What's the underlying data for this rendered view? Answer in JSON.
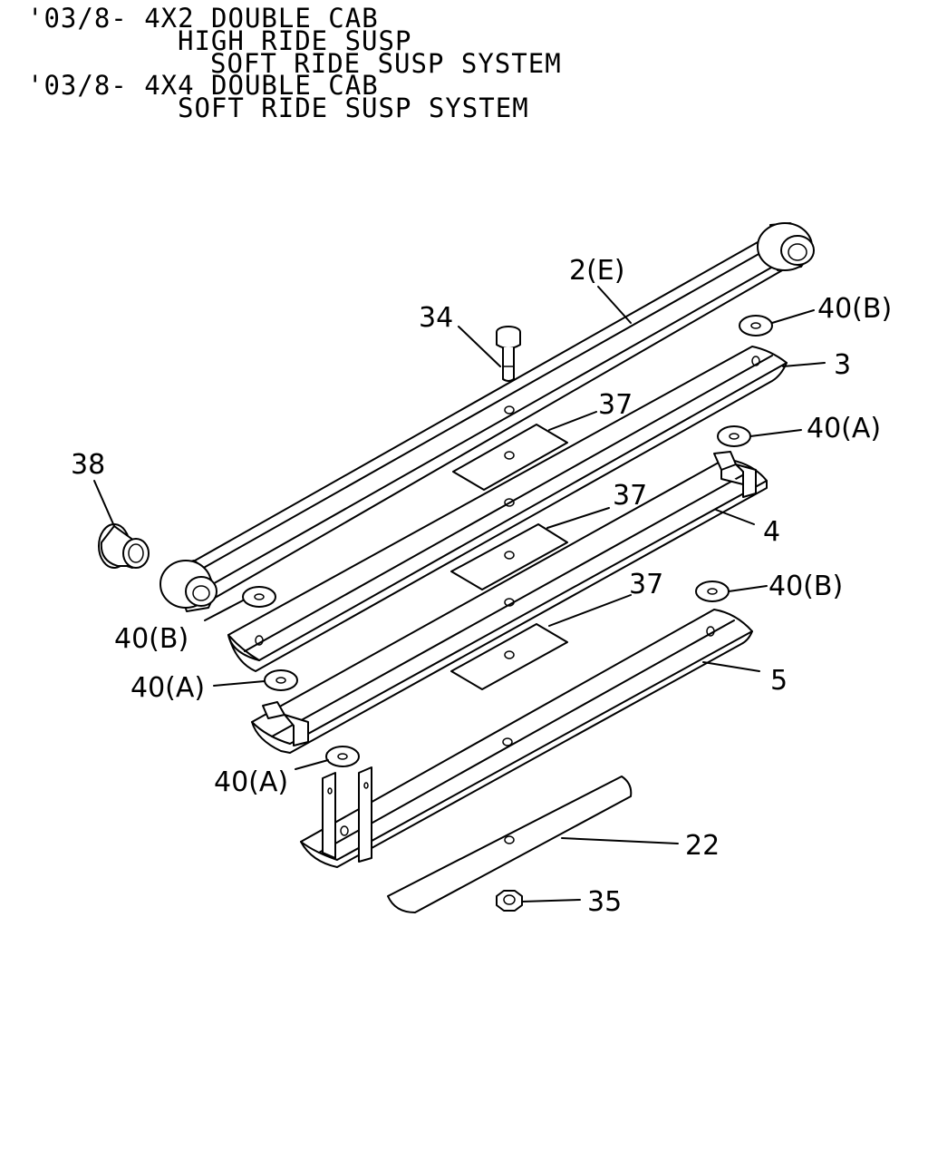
{
  "header": {
    "line1": "'03/8- 4X2 DOUBLE CAB",
    "line2": "HIGH RIDE SUSP",
    "line3": "SOFT RIDE SUSP SYSTEM",
    "line4": "'03/8- 4X4 DOUBLE CAB",
    "line5": "SOFT RIDE SUSP SYSTEM"
  },
  "callouts": {
    "p2e": "2(E)",
    "p34": "34",
    "p40b_top": "40(B)",
    "p3": "3",
    "p37_a": "37",
    "p40a_top": "40(A)",
    "p38": "38",
    "p37_b": "37",
    "p4": "4",
    "p37_c": "37",
    "p40b_mid": "40(B)",
    "p40b_left": "40(B)",
    "p40a_left": "40(A)",
    "p5": "5",
    "p40a_low": "40(A)",
    "p22": "22",
    "p35": "35"
  }
}
